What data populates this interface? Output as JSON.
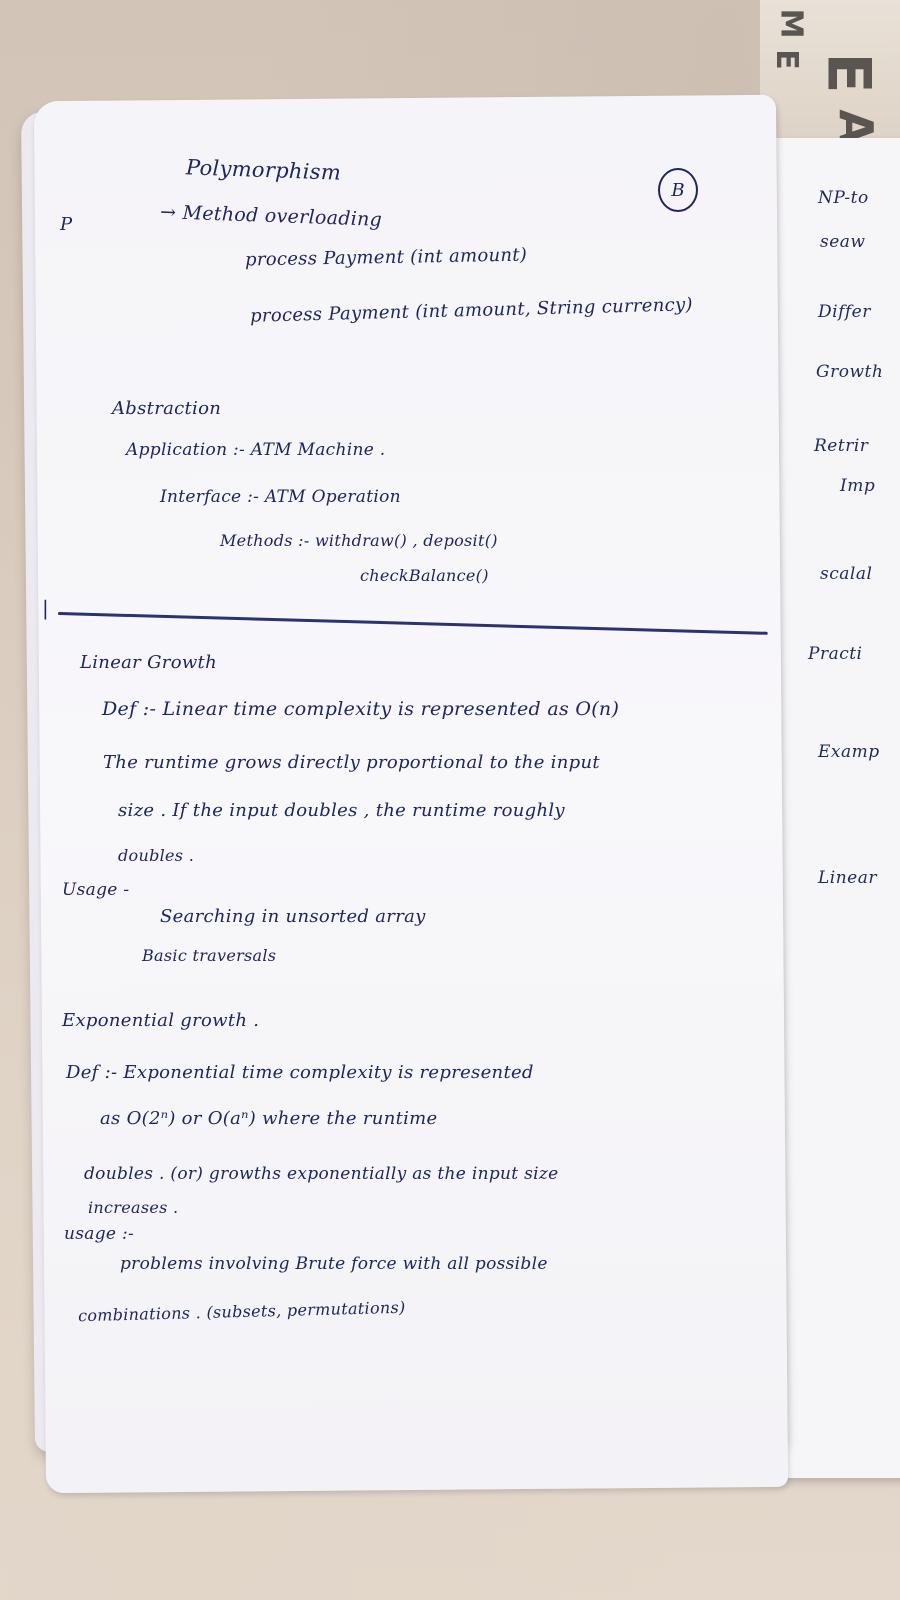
{
  "background_logo": {
    "letters": [
      "M",
      "E",
      "E",
      "A"
    ]
  },
  "notes": {
    "page_marker": "B",
    "margin_mark_top": "P",
    "margin_mark_mid": "|",
    "polymorphism": {
      "heading": "Polymorphism",
      "subheading": "→ Method overloading",
      "line1": "process Payment (int amount)",
      "line2": "process Payment (int amount, String currency)"
    },
    "abstraction": {
      "heading": "Abstraction",
      "application": "Application :- ATM Machine .",
      "interface": "Interface :- ATM Operation",
      "methods": "Methods :- withdraw() , deposit()",
      "methods_cont": "checkBalance()"
    },
    "linear": {
      "heading": "Linear Growth",
      "def1": "Def :- Linear time complexity is represented as O(n)",
      "def2": "The runtime grows directly proportional to the input",
      "def3": "size . If the input doubles , the runtime roughly",
      "def4": "doubles .",
      "usage_label": "Usage -",
      "usage1": "Searching in unsorted array",
      "usage2": "Basic traversals"
    },
    "exponential": {
      "heading": "Exponential growth .",
      "def1": "Def :- Exponential time complexity is represented",
      "def2": "as O(2ⁿ) or O(aⁿ) where the runtime",
      "def3": "doubles . (or) growths exponentially as the input size",
      "def4": "increases .",
      "usage_label": "usage :-",
      "usage1": "problems involving Brute force with all possible",
      "usage2": "combinations . (subsets, permutations)"
    }
  },
  "back_page_lines": [
    "NP-to",
    "seaw",
    "Differ",
    "Growth",
    "Retrir",
    "Imp",
    "scalal",
    "Practi",
    "Examp",
    "Linear"
  ]
}
